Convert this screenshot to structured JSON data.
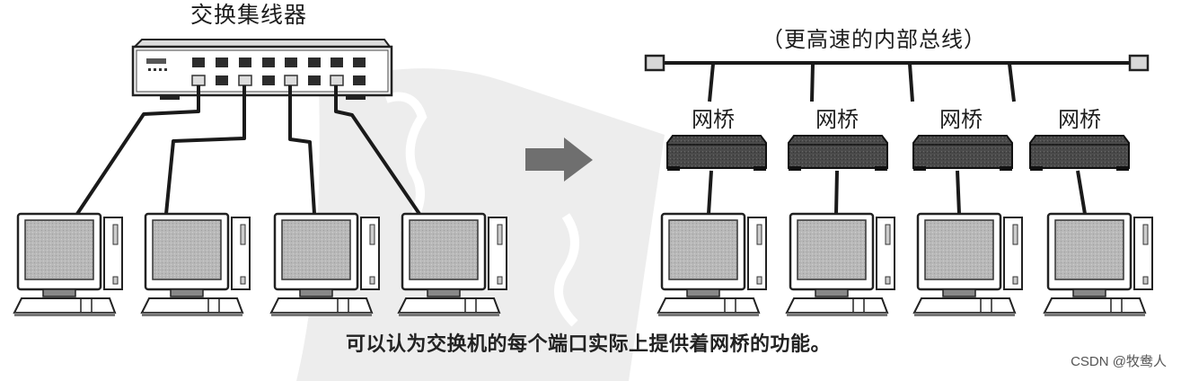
{
  "left_diagram": {
    "title": "交换集线器",
    "device": "switching-hub",
    "port_count_per_row": 8,
    "connected_ports": [
      1,
      3,
      5,
      7
    ],
    "computers": 4
  },
  "arrow": {
    "direction": "right",
    "color": "#6f6f6f"
  },
  "right_diagram": {
    "bus_label": "（更高速的内部总线）",
    "bridges": [
      {
        "label": "网桥"
      },
      {
        "label": "网桥"
      },
      {
        "label": "网桥"
      },
      {
        "label": "网桥"
      }
    ],
    "computers": 4
  },
  "caption": "可以认为交换机的每个端口实际上提供着网桥的功能。",
  "watermark": "CSDN @牧鸯人",
  "colors": {
    "background": "#ffffff",
    "watermark_bg": "#ececec",
    "line": "#1a1a1a",
    "screen": "#b9b9b9",
    "bridge_body": "#4a4a4a"
  }
}
